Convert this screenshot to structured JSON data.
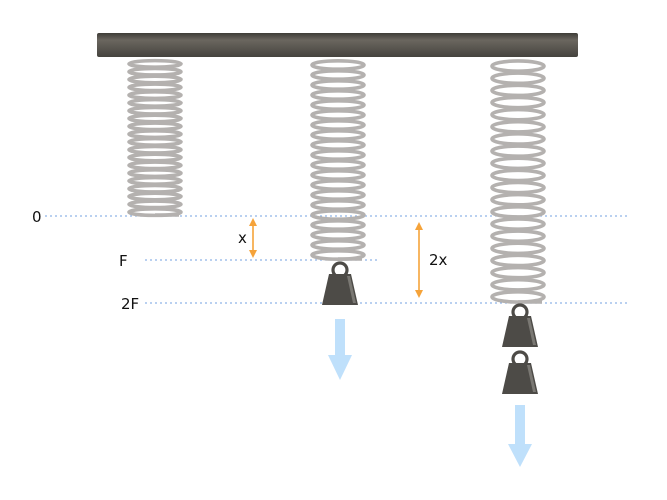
{
  "labels": {
    "zero": "0",
    "force_one": "F",
    "force_two": "2F",
    "extension_one": "x",
    "extension_two": "2x"
  },
  "colors": {
    "beam": "#4e4b45",
    "beam_highlight": "#6a665f",
    "spring": "#b4b1af",
    "weight": "#4d4b47",
    "weight_highlight": "#7a7873",
    "reference_line": "#8fb3e8",
    "dimension_arrow": "#f5a33a",
    "force_arrow": "#bfe0fb"
  },
  "icons": {
    "weight": "weight-icon",
    "force_arrow": "down-arrow-icon"
  },
  "scenario": {
    "springs": [
      {
        "load": "none",
        "weights": 0,
        "extension": "0"
      },
      {
        "load": "F",
        "weights": 1,
        "extension": "x"
      },
      {
        "load": "2F",
        "weights": 2,
        "extension": "2x"
      }
    ]
  }
}
